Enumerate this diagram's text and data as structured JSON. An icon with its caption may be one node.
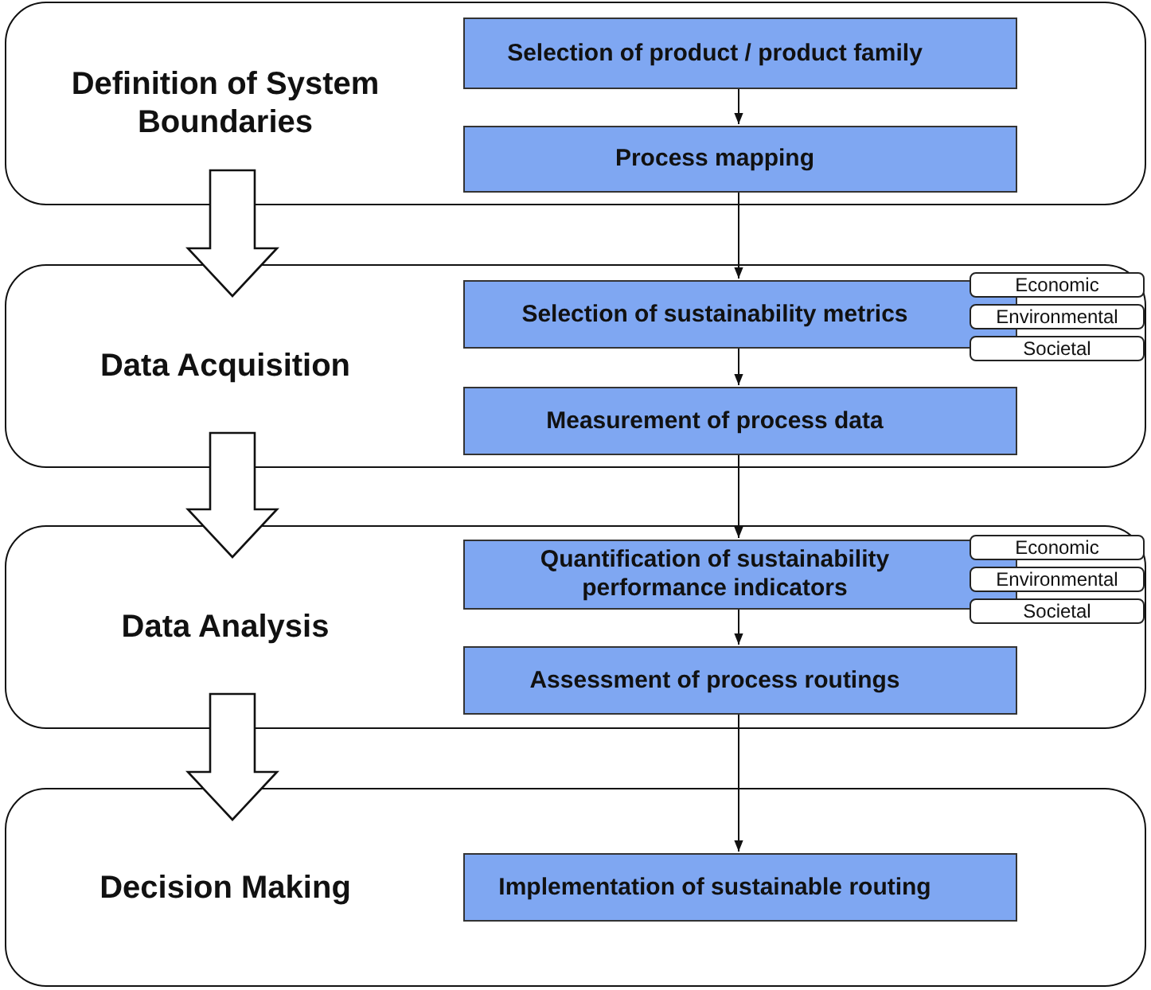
{
  "diagram": {
    "nodes": [
      {
        "text": [
          "Definition of System Boundaries"
        ]
      },
      {
        "text": [
          "Selection of product / product family"
        ],
        "in": 0
      },
      {
        "text": [
          "Process mapping"
        ],
        "in": 0
      },
      {
        "text": [
          "Data Acquisition"
        ]
      },
      {
        "text": [
          "Selection of sustainability metrics"
        ],
        "in": 3
      },
      {
        "text": [
          "Economic"
        ],
        "in": 3
      },
      {
        "text": [
          "Environmental"
        ],
        "in": 3
      },
      {
        "text": [
          "Societal"
        ],
        "in": 3
      },
      {
        "text": [
          "Measurement of process data"
        ],
        "in": 3
      },
      {
        "text": [
          "Data Analysis"
        ]
      },
      {
        "text": [
          "Quantification of sustainability performance indicators"
        ],
        "in": 9
      },
      {
        "text": [
          "Economic"
        ],
        "in": 9
      },
      {
        "text": [
          "Environmental"
        ],
        "in": 9
      },
      {
        "text": [
          "Societal"
        ],
        "in": 9
      },
      {
        "text": [
          "Assessment of process routings"
        ],
        "in": 9
      },
      {
        "text": [
          "Decision Making"
        ]
      },
      {
        "text": [
          "Implementation of sustainable routing"
        ],
        "in": 15
      }
    ],
    "edges": [
      {
        "from": 1,
        "to": 2,
        "arrow": "to"
      },
      {
        "from": 2,
        "to": 4,
        "arrow": "to"
      },
      {
        "from": 4,
        "to": 8,
        "arrow": "to"
      },
      {
        "from": 8,
        "to": 10,
        "arrow": "to"
      },
      {
        "from": 10,
        "to": 14,
        "arrow": "to"
      },
      {
        "from": 14,
        "to": 16,
        "arrow": "to"
      },
      {
        "from": 0,
        "to": 3,
        "arrow": "to",
        "style": "thick"
      },
      {
        "from": 3,
        "to": 9,
        "arrow": "to",
        "style": "thick"
      },
      {
        "from": 9,
        "to": 15,
        "arrow": "to",
        "style": "thick"
      }
    ]
  }
}
